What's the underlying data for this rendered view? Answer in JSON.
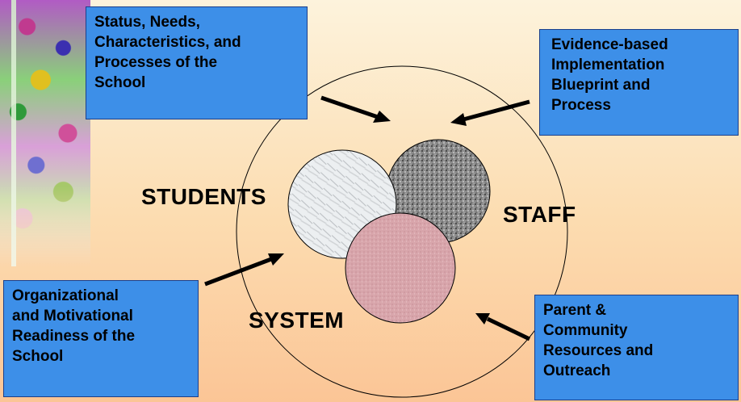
{
  "diagram": {
    "labels": {
      "students": "STUDENTS",
      "staff": "STAFF",
      "system": "SYSTEM"
    },
    "boxes": {
      "top_left": [
        "Status, Needs,",
        "Characteristics, and",
        "Processes of the",
        "School"
      ],
      "top_right": [
        "Evidence-based",
        "Implementation",
        "Blueprint and",
        "Process"
      ],
      "bottom_left": [
        "Organizational",
        "and Motivational",
        "Readiness of the",
        "School"
      ],
      "bottom_right": [
        "Parent &",
        "Community",
        "Resources and",
        "Outreach"
      ]
    },
    "colors": {
      "box_fill": "#3d8fe8",
      "students_circle": "#e6e9ec",
      "staff_circle": "#8a8a8a",
      "system_circle": "#d7a8ac"
    }
  }
}
